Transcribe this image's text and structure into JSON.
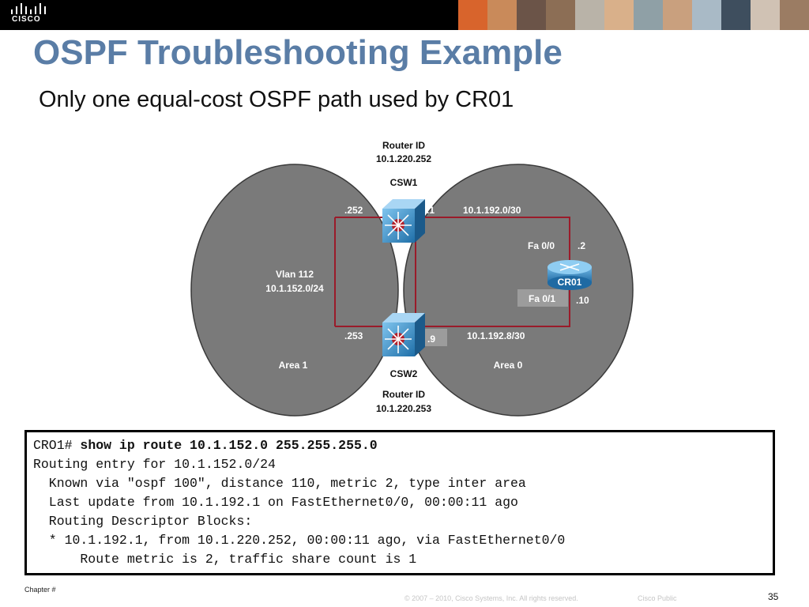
{
  "header": {
    "logo_text": "CISCO",
    "photo_colors": [
      "#d8642c",
      "#c98a5a",
      "#6b5448",
      "#8c6e55",
      "#b9b3a8",
      "#d9b08a",
      "#8fa0a6",
      "#c9a07e",
      "#a9bac6",
      "#3e4e5e",
      "#d0c2b4",
      "#9b7c63"
    ]
  },
  "slide": {
    "title": "OSPF Troubleshooting Example",
    "subtitle": "Only one equal-cost OSPF path used by CR01"
  },
  "diagram": {
    "colors": {
      "area": "#7a7a7a",
      "area_edge": "#3a3a3a",
      "link": "#9a1b2a",
      "label": "#ffffff",
      "dark_label": "#111111"
    },
    "csw1": {
      "label": "CSW1",
      "router_id_label": "Router ID",
      "router_id": "10.1.220.252"
    },
    "csw2": {
      "label": "CSW2",
      "router_id_label": "Router ID",
      "router_id": "10.1.220.253"
    },
    "cr01": {
      "label": "CR01"
    },
    "area1": {
      "label": "Area 1",
      "vlan": "Vlan 112",
      "subnet": "10.1.152.0/24"
    },
    "area0": {
      "label": "Area 0"
    },
    "addresses": {
      "csw1_vlan": ".252",
      "csw2_vlan": ".253",
      "csw1_link": ".1",
      "csw2_link": ".9",
      "link_top": "10.1.192.0/30",
      "link_bottom": "10.1.192.8/30",
      "cr01_fa00": "Fa 0/0",
      "cr01_fa00_ip": ".2",
      "cr01_fa01": "Fa 0/1",
      "cr01_fa01_ip": ".10"
    }
  },
  "cli": {
    "prompt": "CRO1# ",
    "command": "show ip route 10.1.152.0 255.255.255.0",
    "lines": [
      "Routing entry for 10.1.152.0/24",
      "  Known via \"ospf 100\", distance 110, metric 2, type inter area",
      "  Last update from 10.1.192.1 on FastEthernet0/0, 00:00:11 ago",
      "  Routing Descriptor Blocks:",
      "  * 10.1.192.1, from 10.1.220.252, 00:00:11 ago, via FastEthernet0/0",
      "      Route metric is 2, traffic share count is 1"
    ]
  },
  "footer": {
    "chapter": "Chapter #",
    "copyright": "© 2007 – 2010, Cisco Systems, Inc. All rights reserved.",
    "classification": "Cisco Public",
    "page_number": "35"
  }
}
